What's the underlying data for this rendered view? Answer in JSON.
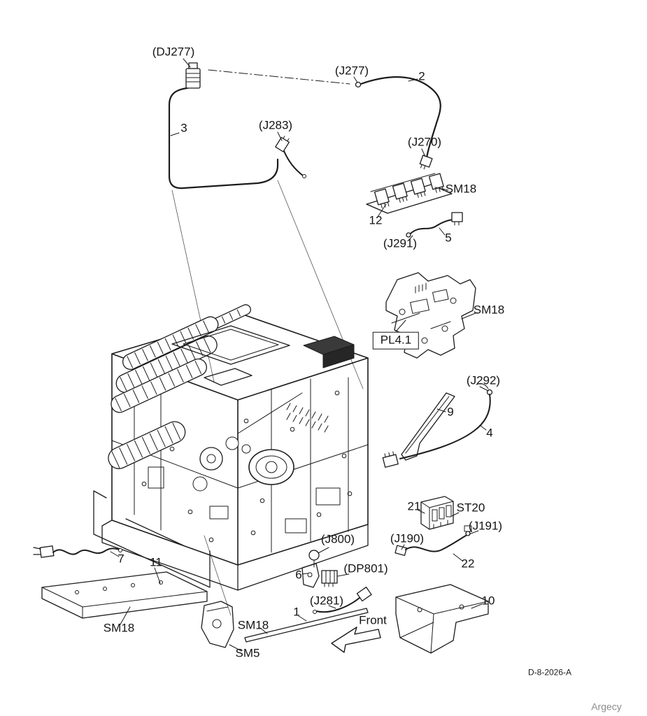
{
  "page": {
    "background": "#ffffff",
    "doc_number": "D-8-2026-A",
    "brand": "Argecy"
  },
  "colors": {
    "line": "#1c1c1c",
    "label": "#141414",
    "brand_text": "#8c8c8c"
  },
  "diagram": {
    "type": "exploded-parts-diagram",
    "subject": "Printer frame wiring harness assembly (isometric exploded view)",
    "symbols": {
      "front_arrow": "hollow-arrow-front-direction"
    },
    "callouts": [
      {
        "text": "(DJ277)"
      },
      {
        "text": "(J277)"
      },
      {
        "text": "2"
      },
      {
        "text": "(J283)"
      },
      {
        "text": "3"
      },
      {
        "text": "(J270)"
      },
      {
        "text": "SM18"
      },
      {
        "text": "12"
      },
      {
        "text": "5"
      },
      {
        "text": "(J291)"
      },
      {
        "text": "SM18"
      },
      {
        "text": "PL4.1"
      },
      {
        "text": "(J292)"
      },
      {
        "text": "9"
      },
      {
        "text": "4"
      },
      {
        "text": "21"
      },
      {
        "text": "ST20"
      },
      {
        "text": "(J191)"
      },
      {
        "text": "(J190)"
      },
      {
        "text": "22"
      },
      {
        "text": "(J800)"
      },
      {
        "text": "6"
      },
      {
        "text": "(DP801)"
      },
      {
        "text": "(J281)"
      },
      {
        "text": "1"
      },
      {
        "text": "Front"
      },
      {
        "text": "10"
      },
      {
        "text": "7"
      },
      {
        "text": "11"
      },
      {
        "text": "SM18"
      },
      {
        "text": "SM18"
      },
      {
        "text": "SM5"
      }
    ]
  }
}
